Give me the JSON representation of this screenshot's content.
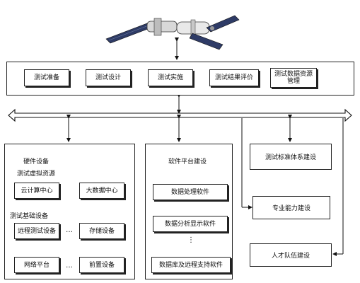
{
  "top_row": {
    "items": [
      "测试准备",
      "测试设计",
      "测试实施",
      "测试结果评价",
      "测试数据资源管理"
    ]
  },
  "hardware": {
    "title": "硬件设备",
    "virtual_title": "测试虚拟资源",
    "virtual_items": [
      "云计算中心",
      "大数据中心"
    ],
    "base_title": "测试基础设备",
    "base_items_row1": [
      "远程测试设备",
      "存储设备"
    ],
    "base_items_row2": [
      "网络平台",
      "前置设备"
    ],
    "ellipsis": "…"
  },
  "software": {
    "title": "软件平台建设",
    "items": [
      "数据处理软件",
      "数据分析显示软件",
      "数据库及远程支持软件"
    ],
    "ellipsis": "⋮"
  },
  "right_items": [
    "测试标准体系建设",
    "专业能力建设",
    "人才队伍建设"
  ]
}
